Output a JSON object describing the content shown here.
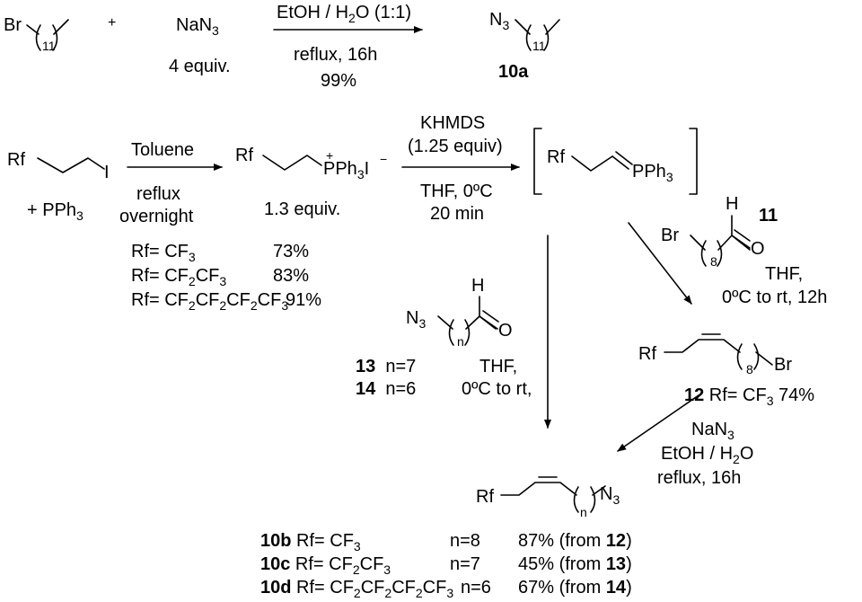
{
  "row1": {
    "br": "Br",
    "sub11a": "11",
    "plus": "+",
    "nan": "NaN",
    "nan_sub": "3",
    "equiv": "4 equiv.",
    "solvent_a": "EtOH / H",
    "solvent_sub": "2",
    "solvent_b": "O (1:1)",
    "condition": "reflux, 16h",
    "yield": "99%",
    "n3": "N",
    "n3_sub": "3",
    "sub11b": "11",
    "product_label": "10a"
  },
  "wittig": {
    "rf": "Rf",
    "iodo": "I",
    "pph3": "+  PPh",
    "pph3_sub": "3",
    "reagent": "Toluene",
    "cond1": "reflux",
    "cond2": "overnight",
    "salt_rf": "Rf",
    "salt_plus": "+",
    "salt_p": "PPh",
    "salt_sub": "3",
    "salt_i": "I",
    "salt_minus": "−",
    "salt_equiv": "1.3 equiv.",
    "base": "KHMDS",
    "base_equiv": "(1.25 equiv)",
    "base_solvent": "THF, 0ºC",
    "base_time": "20 min",
    "ylide_rf": "Rf",
    "ylide_p": "PPh",
    "ylide_sub": "3"
  },
  "rf_table": [
    {
      "label": "Rf= CF",
      "parts": [
        "3"
      ],
      "yield": "73%"
    },
    {
      "label": "Rf= CF",
      "parts": [
        "2",
        "CF",
        "3"
      ],
      "yield": "83%"
    },
    {
      "label": "Rf= CF",
      "parts": [
        "2",
        "CF",
        "2",
        "CF",
        "2",
        "CF",
        "3"
      ],
      "yield": "91%"
    }
  ],
  "aldehyde11": {
    "label": "11",
    "h": "H",
    "br": "Br",
    "o": "O",
    "sub8": "8",
    "cond1": "THF,",
    "cond2": "0ºC to rt, 12h"
  },
  "compound12": {
    "rf": "Rf",
    "sub8": "8",
    "br": "Br",
    "label": "12",
    "desc_a": " Rf= CF",
    "desc_sub": "3",
    "desc_b": "  74%"
  },
  "azidation": {
    "reagent": "NaN",
    "reagent_sub": "3",
    "solvent_a": "EtOH / H",
    "solvent_sub": "2",
    "solvent_b": "O",
    "cond": "reflux, 16h"
  },
  "aldehyde1314": {
    "h": "H",
    "n3": "N",
    "n3_sub": "3",
    "subn": "n",
    "o": "O",
    "l13": "13",
    "n13": "n=7",
    "l14": "14",
    "n14": "n=6",
    "cond1": "THF,",
    "cond2": "0ºC to rt,"
  },
  "product": {
    "rf": "Rf",
    "subn": "n",
    "n3": "N",
    "n3_sub": "3"
  },
  "results": [
    {
      "label": "10b",
      "rf_html_a": "Rf= CF",
      "n": "n=8",
      "yield": "87% (from ",
      "src": "12"
    },
    {
      "label": "10c",
      "rf_html_a": "Rf= CF",
      "n": "n=7",
      "yield": "45% (from ",
      "src": "13"
    },
    {
      "label": "10d",
      "rf_html_a": "Rf= CF",
      "n": "n=6",
      "yield": "67% (from ",
      "src": "14"
    }
  ]
}
